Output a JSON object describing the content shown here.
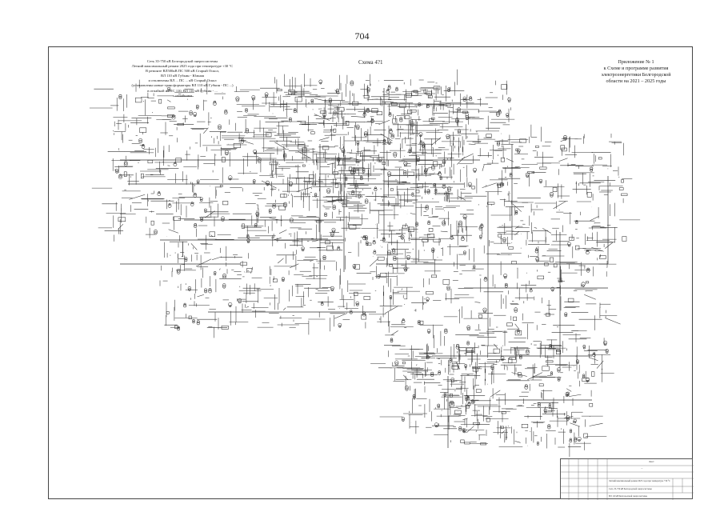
{
  "page_number": "704",
  "scheme_title": "Схема 4?1",
  "description_lines": [
    "Сеть 35-750 кВ Белгородской энергосистемы",
    "Летний максимальный режим 2025 года при температуре +30 °С",
    "В ремонте ВЛ500кВ ПС 500 кВ Старый Оскол,",
    "ВЛ 110 кВ Губкин - Южная",
    "и отключены ВЛ ... ПС ... кВ Старый Оскол",
    "(установлены новые трансформаторы ВЛ 110 кВ Губкин - ПС ...)",
    "в отпайкой на ПС 110, ВЛ 110 кВ Губкин - ... ",
    "с отпайками"
  ],
  "appendix_lines": [
    "Приложение № 1",
    "к Схеме и программе развития",
    "электроэнергетики Белгородской",
    "области на 2021 – 2025 годы"
  ],
  "stamp": {
    "title": "Лист",
    "sheet_label": "...",
    "line1": "Летний максимальный режим 2025 года при температуре +30 °С",
    "line2": "Сеть 35-750 кВ Белгородской энергосистемы",
    "line3": "ВЛ 110 кВ Белгородской энергосистемы"
  }
}
